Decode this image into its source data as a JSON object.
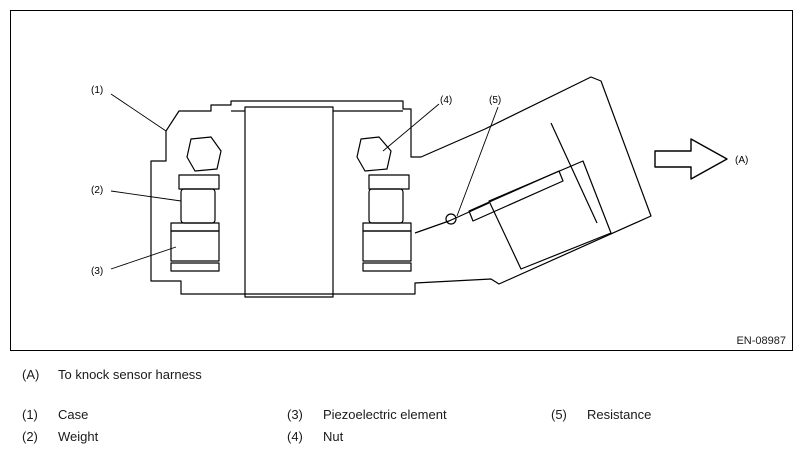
{
  "diagram": {
    "callouts": [
      "(1)",
      "(2)",
      "(3)",
      "(4)",
      "(5)",
      "(A)"
    ],
    "figure_code": "EN-08987"
  },
  "legend": {
    "harness": {
      "key": "(A)",
      "text": "To knock sensor harness"
    },
    "items": [
      {
        "key": "(1)",
        "text": "Case"
      },
      {
        "key": "(2)",
        "text": "Weight"
      },
      {
        "key": "(3)",
        "text": "Piezoelectric element"
      },
      {
        "key": "(4)",
        "text": "Nut"
      },
      {
        "key": "(5)",
        "text": "Resistance"
      }
    ]
  }
}
